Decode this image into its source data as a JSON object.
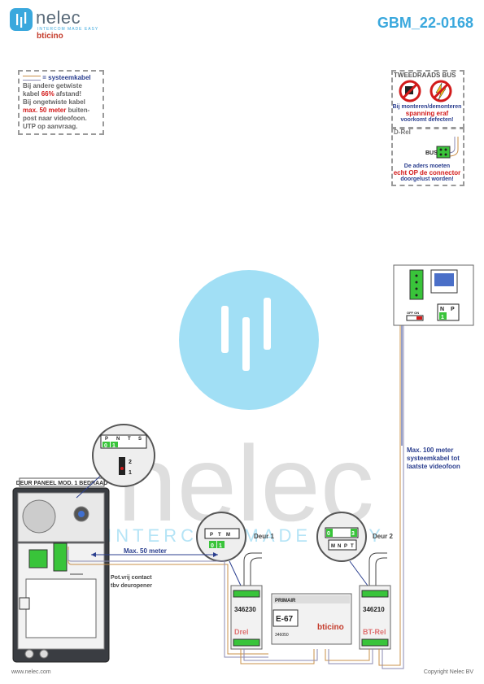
{
  "header": {
    "brand": "nelec",
    "brand_sub": "INTERCOM MADE EASY",
    "brand_bt": "bticino",
    "doc_number": "GBM_22-0168"
  },
  "note": {
    "legend_label": "= systeemkabel",
    "line1": "Bij andere getwiste",
    "line2a": "kabel ",
    "line2b": "66%",
    "line2c": " afstand!",
    "line3": "Bij ongetwiste kabel",
    "line4a": "max. 50 meter",
    "line4b": " buiten-",
    "line5": "post naar videofoon.",
    "line6": "UTP op aanvraag."
  },
  "bus_box": {
    "title": "TWEEDRAADS BUS",
    "warn1": "Bij monteren/demonteren",
    "warn2": "spanning eraf",
    "warn3": "voorkomt defecten!"
  },
  "drel_box": {
    "title": "D-Rel",
    "bus_label": "BUS",
    "text1": "De aders moeten",
    "text2": "echt OP de connector",
    "text3": "doorgelust worden!"
  },
  "diagram": {
    "outdoor_panel_title": "DEUR PANEEL MOD. 1 BEDRAAD",
    "dip1_labels": [
      "P",
      "N",
      "T",
      "S"
    ],
    "dip1_values": [
      "0",
      "1"
    ],
    "jumper_labels": [
      "2",
      "1"
    ],
    "max50": "Max. 50 meter",
    "potvrij1": "Pot.vrij contact",
    "potvrij2": "tbv deuropener",
    "deur1": "Deur 1",
    "deur2": "Deur 2",
    "dip2_labels": [
      "P",
      "T",
      "M"
    ],
    "dip2_values": [
      "0",
      "1"
    ],
    "dip3_labels": [
      "M",
      "N",
      "P",
      "T"
    ],
    "dip3_value_left": "0",
    "dip3_value_right": "3",
    "module1_code": "346230",
    "module1_name": "Drel",
    "module2_code": "E-67",
    "module2_top": "PRIMAIR",
    "module2_sub": "346050",
    "module2_brand": "bticino",
    "module3_code": "346210",
    "module3_name": "BT-Rel",
    "max100_1": "Max. 100 meter",
    "max100_2": "systeemkabel tot",
    "max100_3": "laatste videofoon",
    "videophone_labels": [
      "N",
      "P"
    ],
    "videophone_value": "1",
    "videophone_switch": "OFF ON",
    "watermark": "nelec",
    "watermark_sub": "INTERCOM MADE EASY"
  },
  "footer": {
    "left": "www.nelec.com",
    "right": "Copyright Nelec BV"
  },
  "colors": {
    "accent_blue": "#3aa8dd",
    "text_blue": "#2b3f8f",
    "warn_red": "#d21a1a",
    "dip_green": "#39c43a"
  }
}
